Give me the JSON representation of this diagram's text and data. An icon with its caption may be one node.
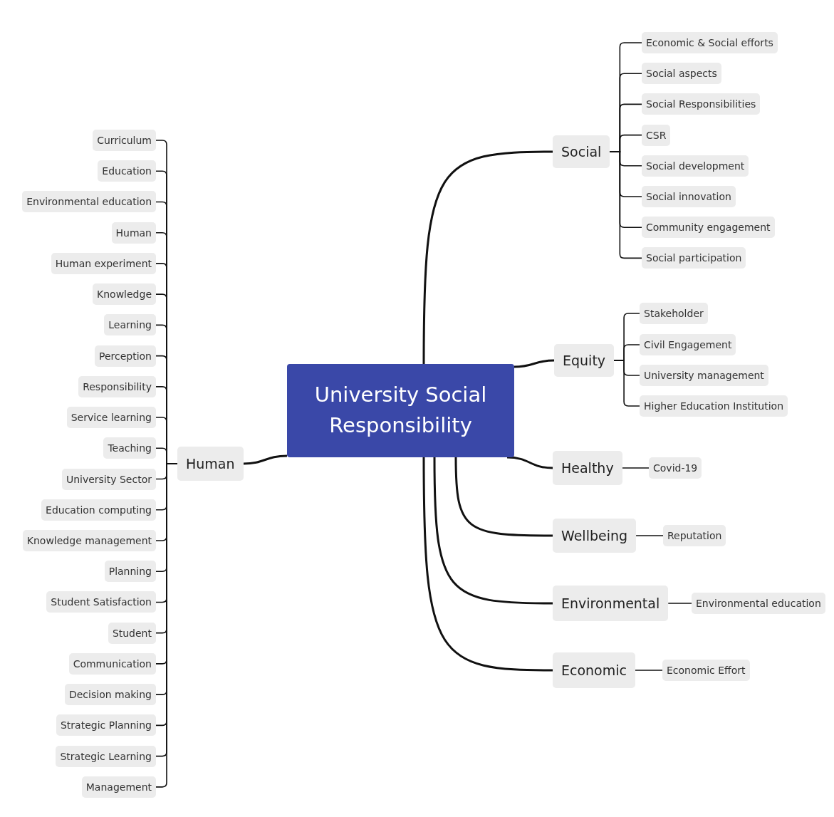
{
  "diagram": {
    "nodes": [
      {
        "text": [
          "University Social Responsibility"
        ]
      },
      {
        "text": [
          "Social"
        ]
      },
      {
        "text": [
          "Economic & Social efforts"
        ]
      },
      {
        "text": [
          "Social aspects"
        ]
      },
      {
        "text": [
          "Social Responsibilities"
        ]
      },
      {
        "text": [
          "CSR"
        ]
      },
      {
        "text": [
          "Social development"
        ]
      },
      {
        "text": [
          "Social innovation"
        ]
      },
      {
        "text": [
          "Community engagement"
        ]
      },
      {
        "text": [
          "Social participation"
        ]
      },
      {
        "text": [
          "Equity"
        ]
      },
      {
        "text": [
          "Stakeholder"
        ]
      },
      {
        "text": [
          "Civil Engagement"
        ]
      },
      {
        "text": [
          "University management"
        ]
      },
      {
        "text": [
          "Higher Education Institution"
        ]
      },
      {
        "text": [
          "Healthy"
        ]
      },
      {
        "text": [
          "Covid-19"
        ]
      },
      {
        "text": [
          "Wellbeing"
        ]
      },
      {
        "text": [
          "Reputation"
        ]
      },
      {
        "text": [
          "Environmental"
        ]
      },
      {
        "text": [
          "Environmental education"
        ]
      },
      {
        "text": [
          "Economic"
        ]
      },
      {
        "text": [
          "Economic Effort"
        ]
      },
      {
        "text": [
          "Human"
        ]
      },
      {
        "text": [
          "Curriculum"
        ]
      },
      {
        "text": [
          "Education"
        ]
      },
      {
        "text": [
          "Environmental education"
        ]
      },
      {
        "text": [
          "Human"
        ]
      },
      {
        "text": [
          "Human experiment"
        ]
      },
      {
        "text": [
          "Knowledge"
        ]
      },
      {
        "text": [
          "Learning"
        ]
      },
      {
        "text": [
          "Perception"
        ]
      },
      {
        "text": [
          "Responsibility"
        ]
      },
      {
        "text": [
          "Service learning"
        ]
      },
      {
        "text": [
          "Teaching"
        ]
      },
      {
        "text": [
          "University Sector"
        ]
      },
      {
        "text": [
          "Education computing"
        ]
      },
      {
        "text": [
          "Knowledge management"
        ]
      },
      {
        "text": [
          "Planning"
        ]
      },
      {
        "text": [
          "Student Satisfaction"
        ]
      },
      {
        "text": [
          "Student"
        ]
      },
      {
        "text": [
          "Communication"
        ]
      },
      {
        "text": [
          "Decision making"
        ]
      },
      {
        "text": [
          "Strategic Planning"
        ]
      },
      {
        "text": [
          "Strategic Learning"
        ]
      },
      {
        "text": [
          "Management"
        ]
      }
    ],
    "edges": [
      {
        "from": 0,
        "to": 1,
        "arrow": "none"
      },
      {
        "from": 0,
        "to": 10,
        "arrow": "none"
      },
      {
        "from": 0,
        "to": 15,
        "arrow": "none"
      },
      {
        "from": 0,
        "to": 17,
        "arrow": "none"
      },
      {
        "from": 0,
        "to": 19,
        "arrow": "none"
      },
      {
        "from": 0,
        "to": 21,
        "arrow": "none"
      },
      {
        "from": 0,
        "to": 23,
        "arrow": "none"
      },
      {
        "from": 1,
        "to": 2,
        "arrow": "none"
      },
      {
        "from": 1,
        "to": 3,
        "arrow": "none"
      },
      {
        "from": 1,
        "to": 4,
        "arrow": "none"
      },
      {
        "from": 1,
        "to": 5,
        "arrow": "none"
      },
      {
        "from": 1,
        "to": 6,
        "arrow": "none"
      },
      {
        "from": 1,
        "to": 7,
        "arrow": "none"
      },
      {
        "from": 1,
        "to": 8,
        "arrow": "none"
      },
      {
        "from": 1,
        "to": 9,
        "arrow": "none"
      },
      {
        "from": 10,
        "to": 11,
        "arrow": "none"
      },
      {
        "from": 10,
        "to": 12,
        "arrow": "none"
      },
      {
        "from": 10,
        "to": 13,
        "arrow": "none"
      },
      {
        "from": 10,
        "to": 14,
        "arrow": "none"
      },
      {
        "from": 15,
        "to": 16,
        "arrow": "none"
      },
      {
        "from": 17,
        "to": 18,
        "arrow": "none"
      },
      {
        "from": 19,
        "to": 20,
        "arrow": "none"
      },
      {
        "from": 21,
        "to": 22,
        "arrow": "none"
      },
      {
        "from": 23,
        "to": 24,
        "arrow": "none"
      },
      {
        "from": 23,
        "to": 25,
        "arrow": "none"
      },
      {
        "from": 23,
        "to": 26,
        "arrow": "none"
      },
      {
        "from": 23,
        "to": 27,
        "arrow": "none"
      },
      {
        "from": 23,
        "to": 28,
        "arrow": "none"
      },
      {
        "from": 23,
        "to": 29,
        "arrow": "none"
      },
      {
        "from": 23,
        "to": 30,
        "arrow": "none"
      },
      {
        "from": 23,
        "to": 31,
        "arrow": "none"
      },
      {
        "from": 23,
        "to": 32,
        "arrow": "none"
      },
      {
        "from": 23,
        "to": 33,
        "arrow": "none"
      },
      {
        "from": 23,
        "to": 34,
        "arrow": "none"
      },
      {
        "from": 23,
        "to": 35,
        "arrow": "none"
      },
      {
        "from": 23,
        "to": 36,
        "arrow": "none"
      },
      {
        "from": 23,
        "to": 37,
        "arrow": "none"
      },
      {
        "from": 23,
        "to": 38,
        "arrow": "none"
      },
      {
        "from": 23,
        "to": 39,
        "arrow": "none"
      },
      {
        "from": 23,
        "to": 40,
        "arrow": "none"
      },
      {
        "from": 23,
        "to": 41,
        "arrow": "none"
      },
      {
        "from": 23,
        "to": 42,
        "arrow": "none"
      },
      {
        "from": 23,
        "to": 43,
        "arrow": "none"
      },
      {
        "from": 23,
        "to": 44,
        "arrow": "none"
      },
      {
        "from": 23,
        "to": 45,
        "arrow": "none"
      }
    ]
  }
}
